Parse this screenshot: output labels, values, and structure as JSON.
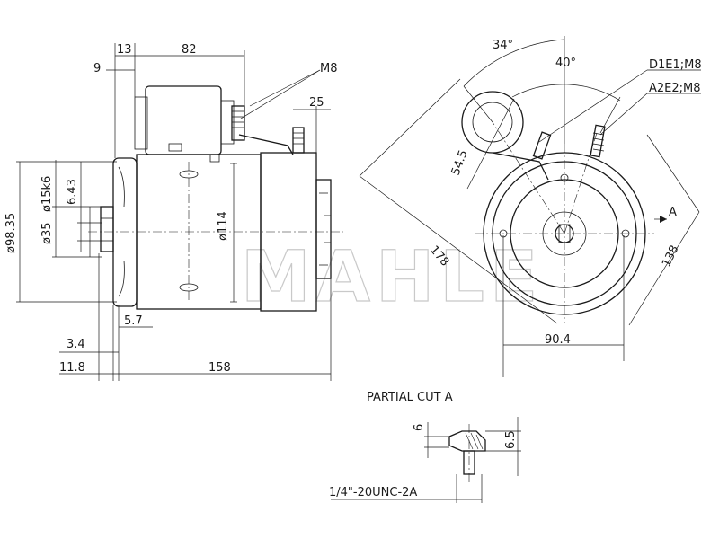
{
  "watermark": "MAHLE",
  "side_view": {
    "dim_13": "13",
    "dim_82": "82",
    "dim_9": "9",
    "label_m8": "M8",
    "dim_25": "25",
    "dim_d98_35": "ø98.35",
    "dim_d15k6": "ø15k6",
    "dim_6_43": "6.43",
    "dim_d35": "ø35",
    "dim_d114": "ø114",
    "dim_5_7": "5.7",
    "dim_3_4": "3.4",
    "dim_11_8": "11.8",
    "dim_158": "158"
  },
  "end_view": {
    "angle_34": "34°",
    "angle_40": "40°",
    "label_d1e1": "D1E1;M8",
    "label_a2e2": "A2E2;M8",
    "dim_54_5": "54.5",
    "dim_178": "178",
    "dim_138": "138",
    "dim_90_4": "90.4",
    "section_a": "A"
  },
  "partial_cut": {
    "title": "PARTIAL CUT A",
    "dim_6": "6",
    "dim_6_5": "6.5",
    "thread_label": "1/4\"-20UNC-2A"
  }
}
